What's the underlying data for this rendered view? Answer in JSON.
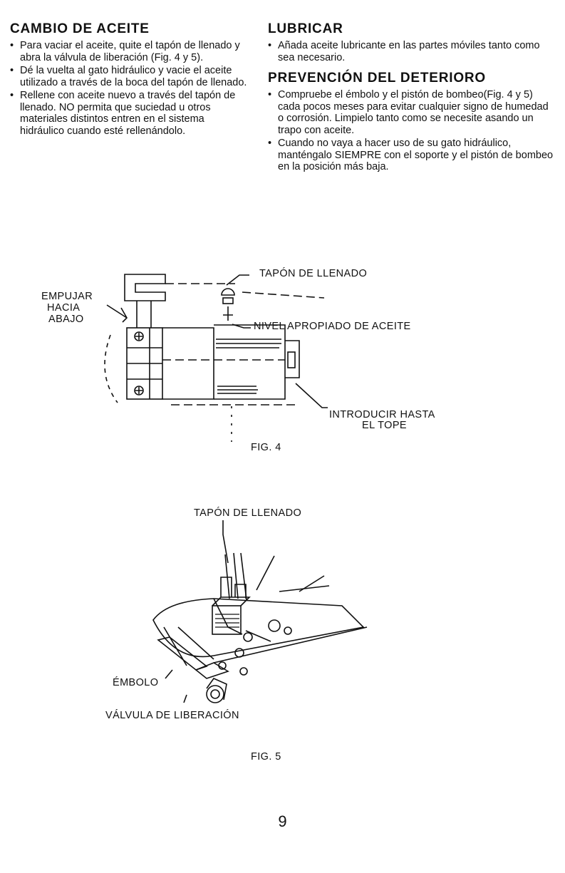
{
  "left_column": {
    "heading": "CAMBIO DE ACEITE",
    "bullets": [
      "Para vaciar el aceite, quite el tapón de llenado y abra la válvula de liberación (Fig. 4 y 5).",
      "Dé la vuelta al gato hidráulico y vacie el aceite utilizado a través de la boca del tapón de llenado.",
      "Rellene con aceite nuevo a través del tapón de llenado. NO permita que suciedad u otros materiales distintos entren en el sistema hidráulico cuando esté rellenándolo."
    ]
  },
  "right_column": {
    "heading_1": "LUBRICAR",
    "bullets_1": [
      "Añada aceite lubricante en las partes móviles tanto como sea necesario."
    ],
    "heading_2": "PREVENCIÓN DEL DETERIORO",
    "bullets_2": [
      "Compruebe el émbolo y el pistón de bombeo(Fig. 4 y 5) cada pocos meses para evitar cualquier signo de humedad o corrosión. Limpielo tanto como se necesite asando un trapo con aceite.",
      "Cuando no vaya a hacer uso de su gato hidráulico, manténgalo SIEMPRE con el soporte y el pistón de bombeo en la posición más baja."
    ]
  },
  "fig4": {
    "label_push_1": "EMPUJAR",
    "label_push_2": "HACIA",
    "label_push_3": "ABAJO",
    "label_fill_plug": "TAPÓN DE LLENADO",
    "label_oil_level": "NIVEL APROPIADO DE ACEITE",
    "label_insert_1": "INTRODUCIR HASTA",
    "label_insert_2": "EL TOPE",
    "caption": "FIG. 4"
  },
  "fig5": {
    "label_fill_plug": "TAPÓN DE LLENADO",
    "label_plunger": "ÉMBOLO",
    "label_release_valve": "VÁLVULA DE LIBERACIÓN",
    "caption": "FIG. 5"
  },
  "page_number": "9"
}
